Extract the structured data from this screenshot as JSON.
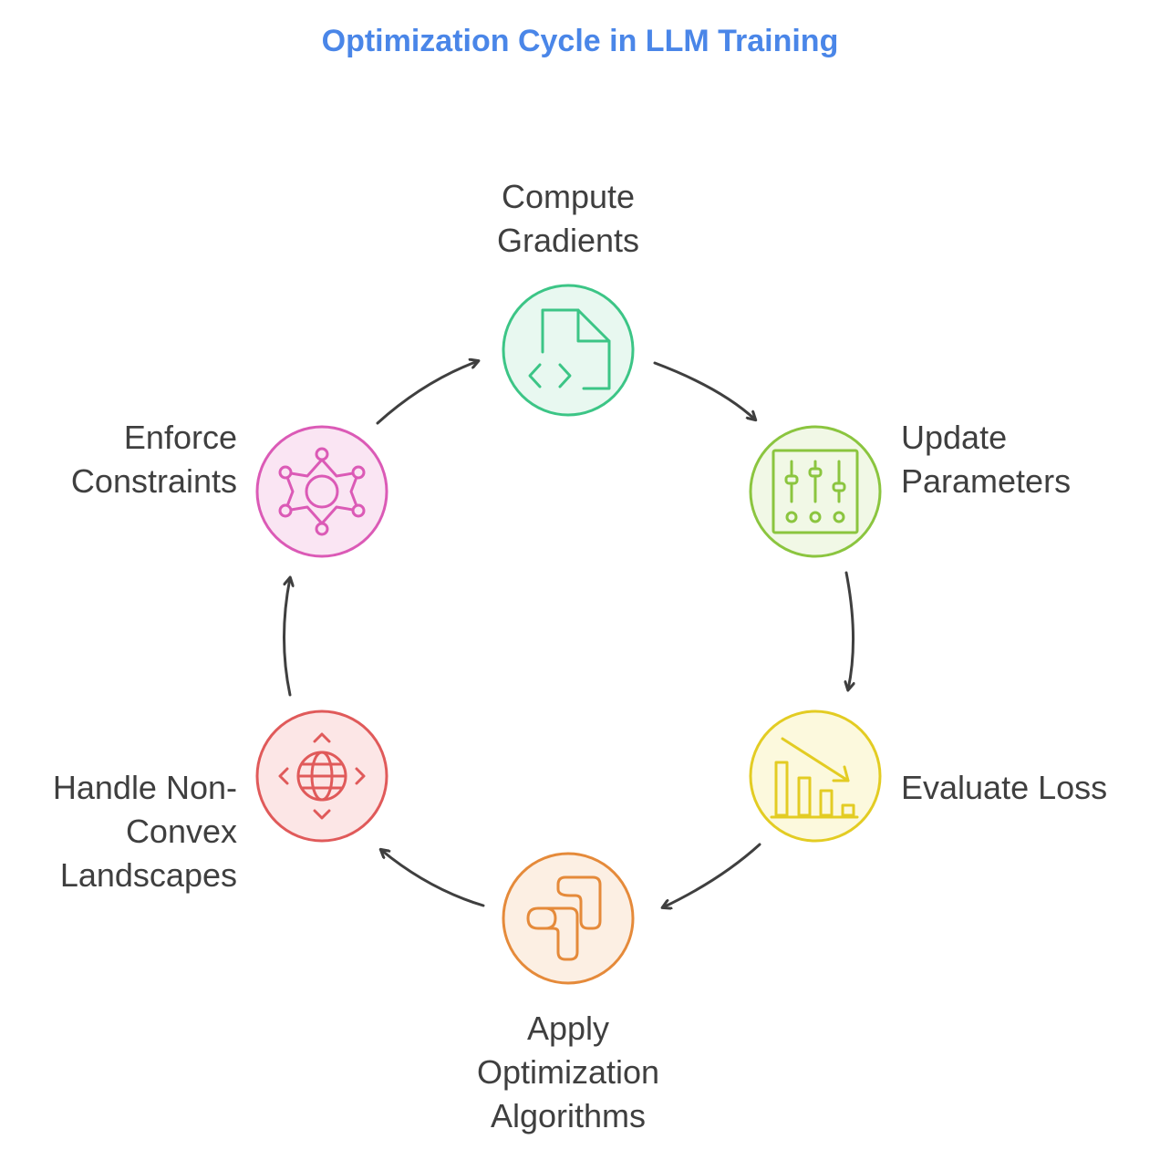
{
  "title": "Optimization Cycle in LLM Training",
  "steps": [
    {
      "lines": [
        "Compute",
        "Gradients"
      ],
      "icon": "code-file-icon",
      "color": "#3cc586",
      "fill": "#e8f8f0"
    },
    {
      "lines": [
        "Update",
        "Parameters"
      ],
      "icon": "sliders-icon",
      "color": "#8bc53f",
      "fill": "#f1f8e6"
    },
    {
      "lines": [
        "Evaluate Loss"
      ],
      "icon": "declining-bar-chart-icon",
      "color": "#e3cc23",
      "fill": "#fcf9dd"
    },
    {
      "lines": [
        "Apply",
        "Optimization",
        "Algorithms"
      ],
      "icon": "path-route-icon",
      "color": "#e58a3a",
      "fill": "#fcefe3"
    },
    {
      "lines": [
        "Handle Non-",
        "Convex",
        "Landscapes"
      ],
      "icon": "globe-arrows-icon",
      "color": "#e05a5a",
      "fill": "#fce6e6"
    },
    {
      "lines": [
        "Enforce",
        "Constraints"
      ],
      "icon": "sheriff-star-icon",
      "color": "#db5ab6",
      "fill": "#fae5f3"
    }
  ],
  "arrow_color": "#3f3f3f"
}
